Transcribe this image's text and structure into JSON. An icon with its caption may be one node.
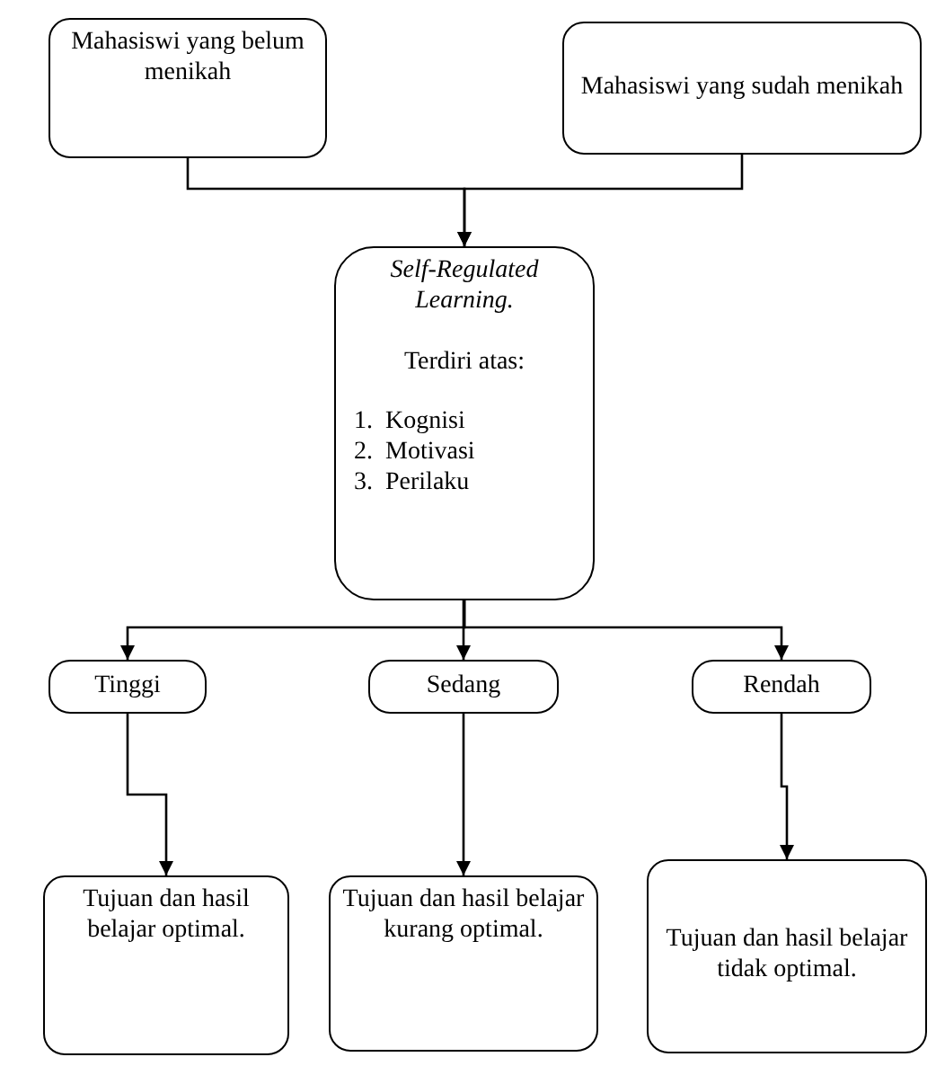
{
  "diagram": {
    "nodes": [
      {
        "text": [
          "Mahasiswi yang belum menikah"
        ]
      },
      {
        "text": [
          "Mahasiswi yang sudah menikah"
        ]
      },
      {
        "text": [
          "Self-Regulated Learning.",
          "Terdiri atas:",
          "1.  Kognisi",
          "2.  Motivasi",
          "3.  Perilaku"
        ]
      },
      {
        "text": [
          "Tinggi"
        ]
      },
      {
        "text": [
          "Sedang"
        ]
      },
      {
        "text": [
          "Rendah"
        ]
      },
      {
        "text": [
          "Tujuan dan hasil belajar optimal."
        ]
      },
      {
        "text": [
          "Tujuan dan hasil belajar kurang optimal."
        ]
      },
      {
        "text": [
          "Tujuan dan hasil belajar tidak optimal."
        ]
      }
    ],
    "edges": [
      {
        "from": 0,
        "to": 2,
        "arrow": "to"
      },
      {
        "from": 1,
        "to": 2,
        "arrow": "to"
      },
      {
        "from": 2,
        "to": 3,
        "arrow": "to"
      },
      {
        "from": 2,
        "to": 4,
        "arrow": "to"
      },
      {
        "from": 2,
        "to": 5,
        "arrow": "to"
      },
      {
        "from": 3,
        "to": 6,
        "arrow": "to"
      },
      {
        "from": 4,
        "to": 7,
        "arrow": "to"
      },
      {
        "from": 5,
        "to": 8,
        "arrow": "to"
      }
    ]
  }
}
